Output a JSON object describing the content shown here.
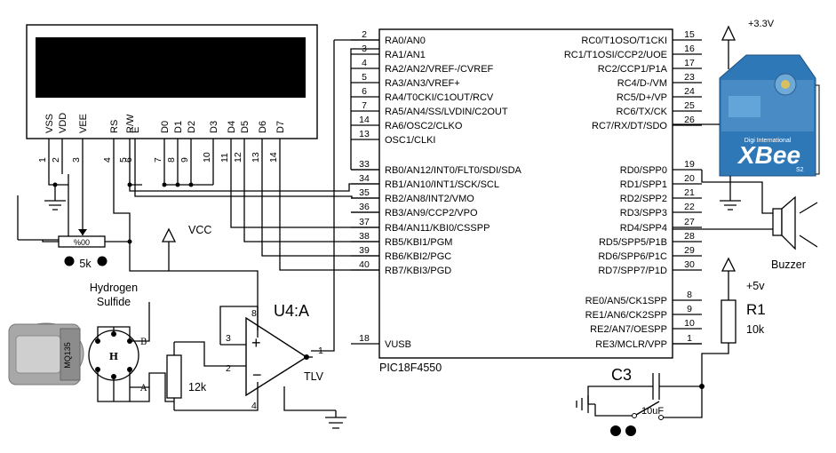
{
  "lcd": {
    "pins": [
      {
        "label": "VSS",
        "num": "1"
      },
      {
        "label": "VDD",
        "num": "2"
      },
      {
        "label": "VEE",
        "num": "3"
      },
      {
        "label": "RS",
        "num": "4"
      },
      {
        "label": "R/W",
        "num": "5"
      },
      {
        "label": "E",
        "num": "6"
      },
      {
        "label": "D0",
        "num": "7"
      },
      {
        "label": "D1",
        "num": "8"
      },
      {
        "label": "D2",
        "num": "9"
      },
      {
        "label": "D3",
        "num": "10"
      },
      {
        "label": "D4",
        "num": "11"
      },
      {
        "label": "D5",
        "num": "12"
      },
      {
        "label": "D6",
        "num": "13"
      },
      {
        "label": "D7",
        "num": "14"
      }
    ]
  },
  "pot": {
    "label": "%00",
    "value": "5k"
  },
  "vcc_label": "VCC",
  "sensor": {
    "name_line1": "Hydrogen",
    "name_line2": "Sulfide",
    "part": "MQ135",
    "pin_b": "B",
    "pin_h": "H",
    "pin_a": "A"
  },
  "r_12k": "12k",
  "opamp": {
    "name": "U4:A",
    "type": "TLV",
    "pin_plus": "3",
    "pin_minus": "2",
    "pin_out": "1",
    "pin_vdd": "8",
    "pin_gnd": "4"
  },
  "mcu": {
    "name": "PIC18F4550",
    "left_pins": [
      {
        "num": "2",
        "label": "RA0/AN0"
      },
      {
        "num": "3",
        "label": "RA1/AN1"
      },
      {
        "num": "4",
        "label": "RA2/AN2/VREF-/CVREF"
      },
      {
        "num": "5",
        "label": "RA3/AN3/VREF+"
      },
      {
        "num": "6",
        "label": "RA4/T0CKI/C1OUT/RCV"
      },
      {
        "num": "7",
        "label": "RA5/AN4/SS/LVDIN/C2OUT"
      },
      {
        "num": "14",
        "label": "RA6/OSC2/CLKO"
      },
      {
        "num": "13",
        "label": "OSC1/CLKI"
      },
      {
        "num": "33",
        "label": "RB0/AN12/INT0/FLT0/SDI/SDA"
      },
      {
        "num": "34",
        "label": "RB1/AN10/INT1/SCK/SCL"
      },
      {
        "num": "35",
        "label": "RB2/AN8/INT2/VMO"
      },
      {
        "num": "36",
        "label": "RB3/AN9/CCP2/VPO"
      },
      {
        "num": "37",
        "label": "RB4/AN11/KBI0/CSSPP"
      },
      {
        "num": "38",
        "label": "RB5/KBI1/PGM"
      },
      {
        "num": "39",
        "label": "RB6/KBI2/PGC"
      },
      {
        "num": "40",
        "label": "RB7/KBI3/PGD"
      },
      {
        "num": "18",
        "label": "VUSB"
      }
    ],
    "right_pins": [
      {
        "num": "15",
        "label": "RC0/T1OSO/T1CKI"
      },
      {
        "num": "16",
        "label": "RC1/T1OSI/CCP2/UOE"
      },
      {
        "num": "17",
        "label": "RC2/CCP1/P1A"
      },
      {
        "num": "23",
        "label": "RC4/D-/VM"
      },
      {
        "num": "24",
        "label": "RC5/D+/VP"
      },
      {
        "num": "25",
        "label": "RC6/TX/CK"
      },
      {
        "num": "26",
        "label": "RC7/RX/DT/SDO"
      },
      {
        "num": "19",
        "label": "RD0/SPP0"
      },
      {
        "num": "20",
        "label": "RD1/SPP1"
      },
      {
        "num": "21",
        "label": "RD2/SPP2"
      },
      {
        "num": "22",
        "label": "RD3/SPP3"
      },
      {
        "num": "27",
        "label": "RD4/SPP4"
      },
      {
        "num": "28",
        "label": "RD5/SPP5/P1B"
      },
      {
        "num": "29",
        "label": "RD6/SPP6/P1C"
      },
      {
        "num": "30",
        "label": "RD7/SPP7/P1D"
      },
      {
        "num": "8",
        "label": "RE0/AN5/CK1SPP"
      },
      {
        "num": "9",
        "label": "RE1/AN6/CK2SPP"
      },
      {
        "num": "10",
        "label": "RE2/AN7/OESPP"
      },
      {
        "num": "1",
        "label": "RE3/MCLR/VPP"
      }
    ]
  },
  "xbee": {
    "supply": "+3.3V",
    "brand": "Digi International",
    "logo": "XBee",
    "sub": "S2"
  },
  "buzzer_label": "Buzzer",
  "r1": {
    "supply": "+5v",
    "name": "R1",
    "value": "10k"
  },
  "c3": {
    "name": "C3",
    "value": "10uF"
  },
  "colors": {
    "wire": "#000000",
    "xbee_blue": "#2f78b8",
    "xbee_light": "#6fb0e0",
    "sensor_gray": "#9a9a9a"
  }
}
